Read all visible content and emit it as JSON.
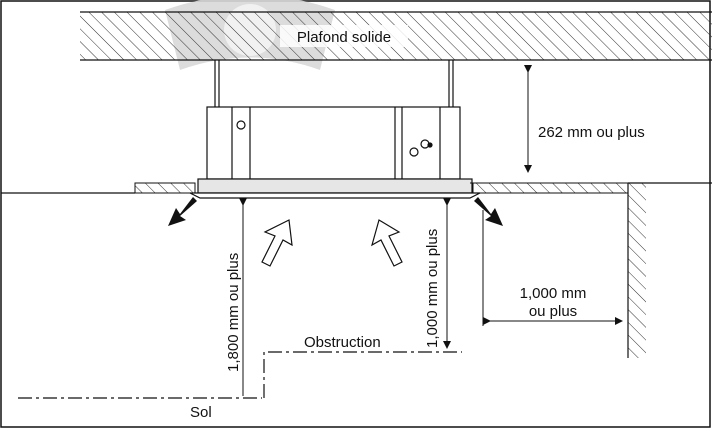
{
  "labels": {
    "ceiling": "Plafond solide",
    "ceiling_clearance": "262 mm ou plus",
    "left_height": "1,800 mm ou plus",
    "right_height": "1,000 mm ou plus",
    "side_clearance_line1": "1,000 mm",
    "side_clearance_line2": "ou plus",
    "obstruction": "Obstruction",
    "floor": "Sol"
  },
  "colors": {
    "line": "#111111",
    "hatch": "#333333",
    "panel_fill": "#e6e6e6",
    "watermark": "#d9d9d9"
  },
  "icons": [
    "airflow-outlet-arrow",
    "airflow-intake-arrow",
    "dimension-arrow"
  ]
}
